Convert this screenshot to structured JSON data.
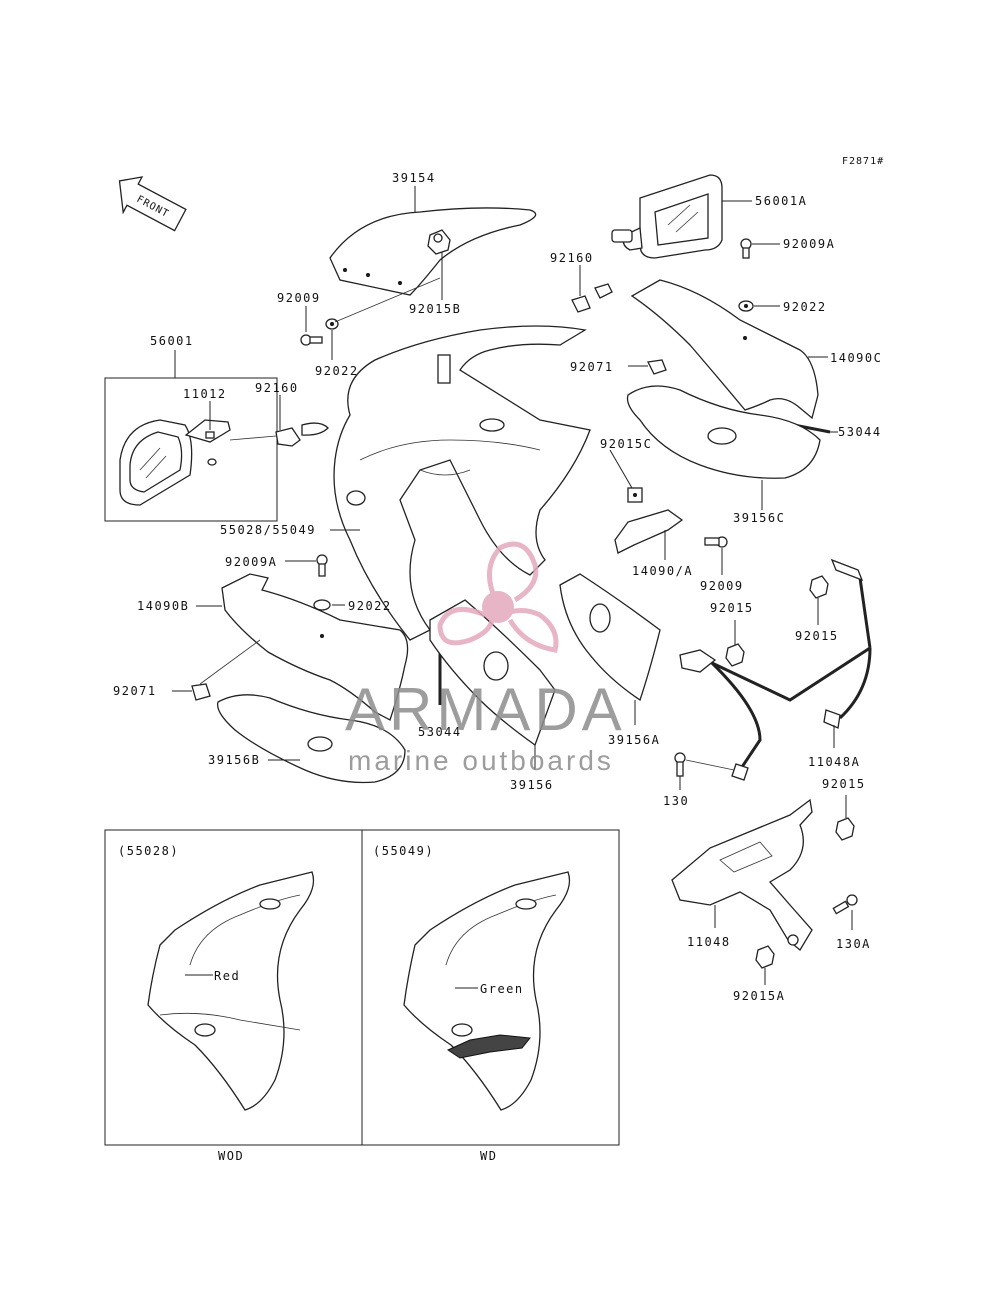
{
  "diagram": {
    "figure_code": "F2871#",
    "front_label": "FRONT",
    "part_labels": [
      "39154",
      "56001A",
      "92160",
      "92009A",
      "92022",
      "92009",
      "92015B",
      "56001",
      "14090C",
      "92071",
      "11012",
      "92160",
      "92022",
      "53044",
      "92015C",
      "39156C",
      "55028/55049",
      "14090/A",
      "92009A",
      "92009",
      "14090B",
      "92022",
      "92015",
      "92015",
      "92071",
      "53044",
      "39156A",
      "11048A",
      "39156B",
      "39156",
      "130",
      "92015",
      "11048",
      "130A",
      "92015A"
    ],
    "inset_left": {
      "code": "(55028)",
      "color_label": "Red",
      "caption": "WOD"
    },
    "inset_right": {
      "code": "(55049)",
      "color_label": "Green",
      "caption": "WD"
    }
  },
  "watermark": {
    "title": "ARMADA",
    "subtitle": "marine outboards",
    "logo_color": "#e4a9bd"
  }
}
